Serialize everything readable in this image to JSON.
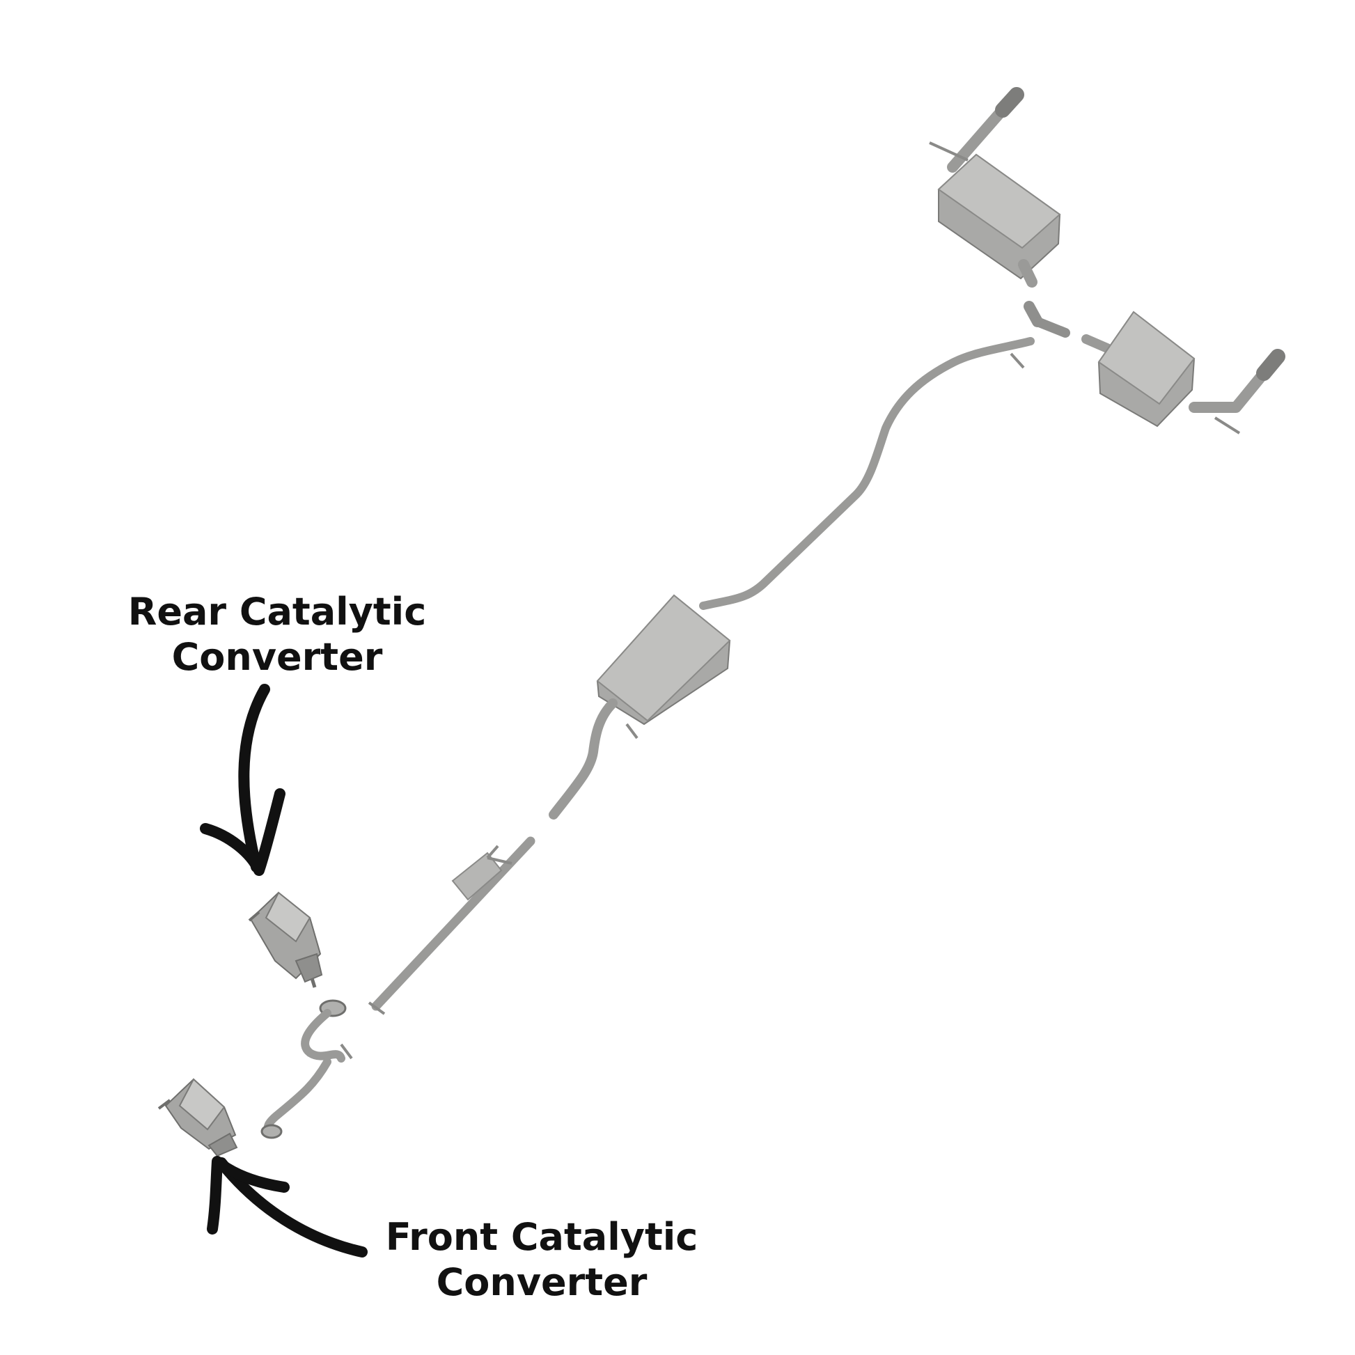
{
  "labels": {
    "rear_line1": "Rear Catalytic",
    "rear_line2": "Converter",
    "front_line1": "Front Catalytic",
    "front_line2": "Converter"
  },
  "colors": {
    "pipe": "#9a9a98",
    "pipe_dark": "#6f6f6d",
    "muffler_fill": "#a9a9a7",
    "muffler_top": "#c4c4c2",
    "arrow": "#111111",
    "text": "#111111"
  }
}
